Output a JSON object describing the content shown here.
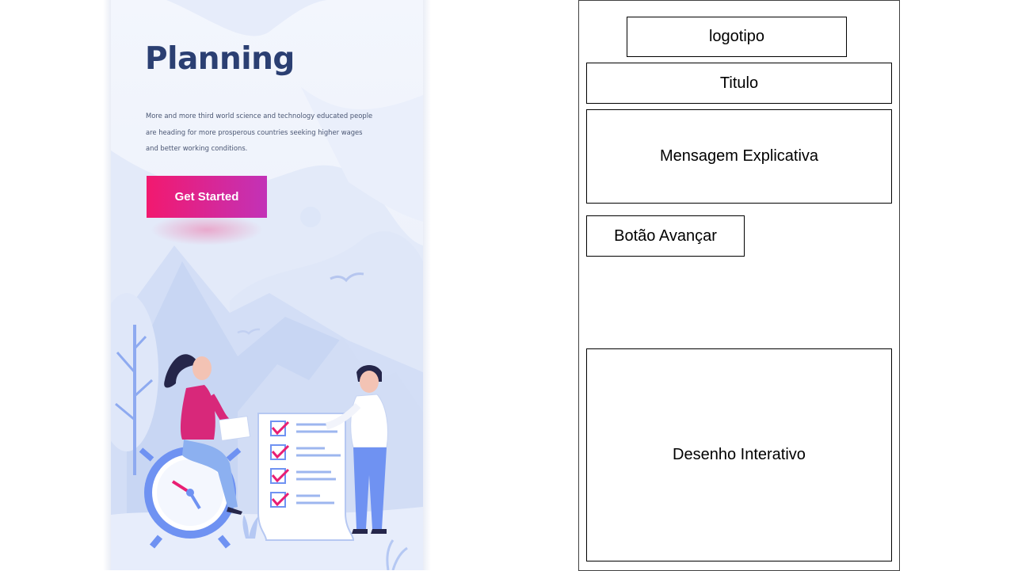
{
  "mockup": {
    "title": "Planning",
    "description": "More and more third world science and technology educated people are heading for more prosperous countries seeking higher wages and better working conditions.",
    "cta_label": "Get Started",
    "illustration": "planning-illustration",
    "accent_colors": [
      "#f2196f",
      "#c232b7",
      "#2b3f72",
      "#6f92f2"
    ]
  },
  "wireframe": {
    "logo": "logotipo",
    "title": "Titulo",
    "message": "Mensagem Explicativa",
    "next_button": "Botão Avançar",
    "drawing": "Desenho Interativo"
  }
}
